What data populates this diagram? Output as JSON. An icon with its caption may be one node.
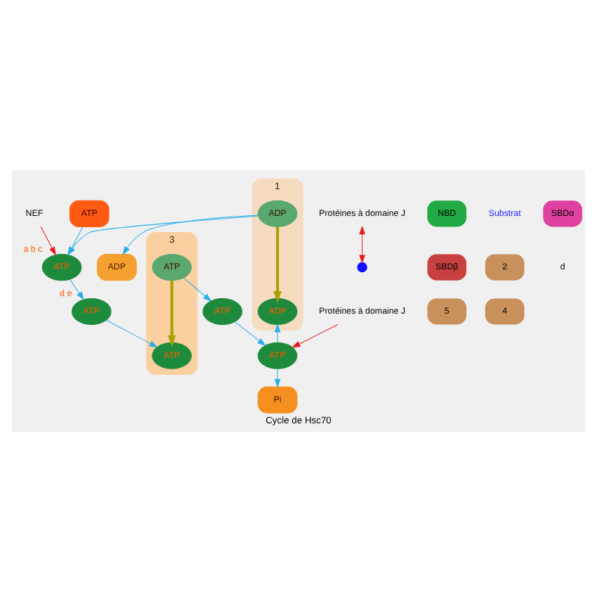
{
  "diagram": {
    "title": "Cycle de Hsc70",
    "nodes": [
      {
        "text": [
          "1"
        ]
      },
      {
        "text": [
          "ADP"
        ],
        "in": 0
      },
      {
        "text": [
          "NEF"
        ]
      },
      {
        "text": [
          "Protéines à domaine J"
        ]
      },
      {
        "text": [
          "ADP"
        ],
        "in": 0
      },
      {
        "text": [
          "ADP"
        ]
      },
      {
        "text": [
          "ATP"
        ]
      },
      {
        "text": [
          "ATP"
        ],
        "beside": [
          "a",
          "b",
          "c"
        ]
      },
      {
        "text": [
          "Pi"
        ]
      },
      {
        "text": [
          "ATP"
        ]
      },
      {
        "text": [
          "ATP"
        ],
        "beside": [
          "d",
          "e"
        ]
      },
      {
        "text": [
          "ATP"
        ]
      },
      {
        "text": [
          "3"
        ]
      },
      {
        "text": [
          "ATP"
        ],
        "in": 12
      },
      {
        "text": [
          "ATP"
        ],
        "in": 12
      },
      {
        "text": [],
        "shape": "circle"
      },
      {
        "text": [
          "Protéines à domaine J"
        ]
      }
    ],
    "edges": [
      {
        "from": 1,
        "to": 4,
        "arrow": "to",
        "style": "thick",
        "color": "#a8a000"
      },
      {
        "from": 2,
        "to": 7,
        "arrow": "to",
        "color": "#e8191c"
      },
      {
        "from": 1,
        "to": 7,
        "arrow": "to"
      },
      {
        "from": 1,
        "to": 5,
        "arrow": "to"
      },
      {
        "from": 6,
        "to": 7,
        "arrow": "to"
      },
      {
        "from": 7,
        "to": 10,
        "arrow": "to"
      },
      {
        "from": 10,
        "to": 13,
        "arrow": "to"
      },
      {
        "from": 14,
        "to": 13,
        "arrow": "to",
        "style": "thick",
        "color": "#a8a000"
      },
      {
        "from": 14,
        "to": 11,
        "arrow": "to"
      },
      {
        "from": 11,
        "to": 9,
        "arrow": "to"
      },
      {
        "from": 9,
        "to": 4,
        "arrow": "to"
      },
      {
        "from": 9,
        "to": 8,
        "arrow": "to"
      },
      {
        "from": 3,
        "to": 9,
        "arrow": "to",
        "color": "#e8191c"
      },
      {
        "from": 16,
        "to": 15,
        "arrow": "both",
        "color": "#e8191c"
      }
    ],
    "labels": [
      "NBD",
      "Substrat",
      "SBDα",
      "SBDβ",
      "2",
      "d",
      "5",
      "4"
    ]
  }
}
